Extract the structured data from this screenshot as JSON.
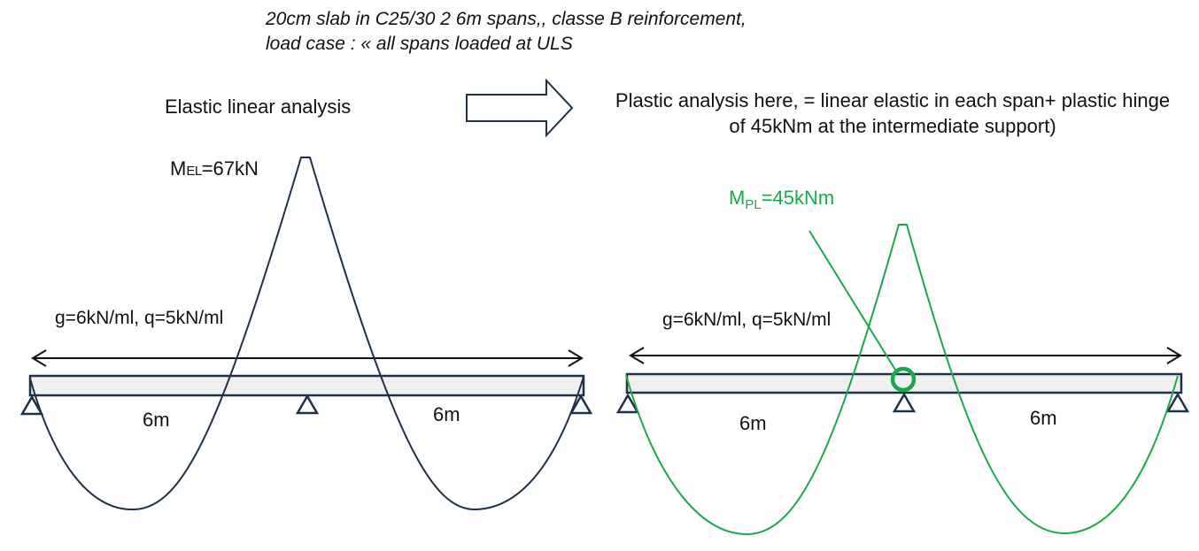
{
  "header": {
    "title_line1": "20cm slab in C25/30 2 6m spans,, classe B reinforcement,",
    "title_line2": "load case : « all spans loaded at ULS"
  },
  "left_panel": {
    "heading": "Elastic linear analysis",
    "moment_label_main": "M",
    "moment_label_sub": "EL",
    "moment_label_value": "=67kN",
    "load_label": "g=6kN/ml, q=5kN/ml",
    "span1_label": "6m",
    "span2_label": "6m"
  },
  "right_panel": {
    "heading": "Plastic analysis here, = linear elastic in each span+ plastic hinge of 45kNm at the intermediate support)",
    "moment_label_main": "M",
    "moment_label_sub": "PL",
    "moment_label_value": "=45kNm",
    "load_label": "g=6kN/ml, q=5kN/ml",
    "span1_label": "6m",
    "span2_label": "6m"
  },
  "colors": {
    "beam_stroke": "#1f3149",
    "beam_fill": "#f0f0f0",
    "elastic_curve": "#1f3149",
    "plastic_curve": "#1aa84a",
    "text": "#111111"
  },
  "icons": {
    "transition_arrow": "right-block-arrow-icon",
    "support": "triangle-support-icon",
    "plastic_hinge": "circle-hinge-icon"
  }
}
